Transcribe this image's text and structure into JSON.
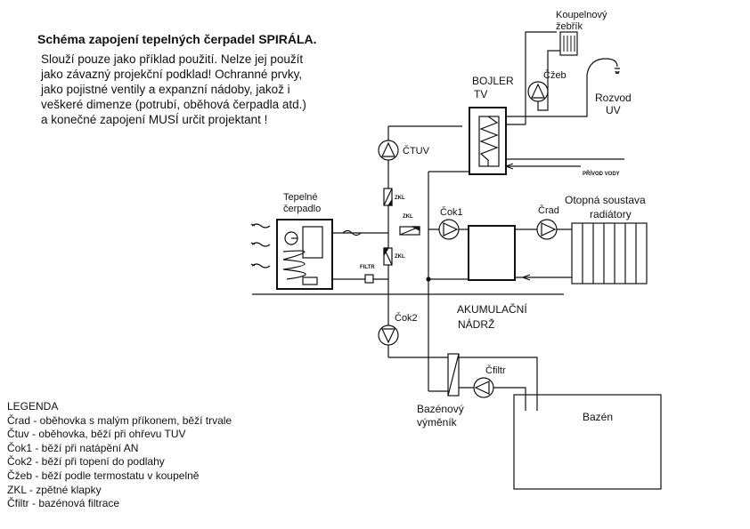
{
  "title": "Schéma zapojení tepelných čerpadel SPIRÁLA.",
  "note_lines": [
    "Slouží pouze jako příklad použití. Nelze jej použít",
    "jako závazný projekční podklad! Ochranné prvky,",
    "jako pojistné ventily a expanzní nádoby, jakož i",
    "veškeré dimenze (potrubí, oběhová čerpadla atd.)",
    "a konečné zapojení MUSÍ určit projektant !"
  ],
  "labels": {
    "koupelnovy": "Koupelnový",
    "zebrik": "žebřík",
    "ceb": "Čžeb",
    "bojler": "BOJLER",
    "tv": "TV",
    "rozvod": "Rozvod",
    "uv": "UV",
    "ctuv": "ČTUV",
    "privod_vody": "PŘÍVOD VODY",
    "tepelne": "Tepelné",
    "cerpadlo": "čerpadlo",
    "zkl_top": "ZKL",
    "zkl_mid": "ZKL",
    "zkl_bot": "ZKL",
    "filtr": "FILTR",
    "cok1": "Čok1",
    "crad": "Črad",
    "otopna1": "Otopná soustava",
    "otopna2": "radiátory",
    "akumulacni1": "AKUMULAČNÍ",
    "akumulacni2": "NÁDRŽ",
    "cok2": "Čok2",
    "cfiltr": "Čfiltr",
    "bazenovy1": "Bazénový",
    "bazenovy2": "výměník",
    "bazen": "Bazén"
  },
  "legend": {
    "heading": "LEGENDA",
    "items": [
      "Črad - oběhovka s malým příkonem, běží trvale",
      "Čtuv - oběhovka, běží při ohřevu TUV",
      "Čok1 - běží při natápění AN",
      "Čok2 - běží při topení do podlahy",
      "Čžeb - běží podle termostatu v koupelně",
      "ZKL - zpětné klapky",
      "Čfiltr - bazénová filtrace"
    ]
  }
}
